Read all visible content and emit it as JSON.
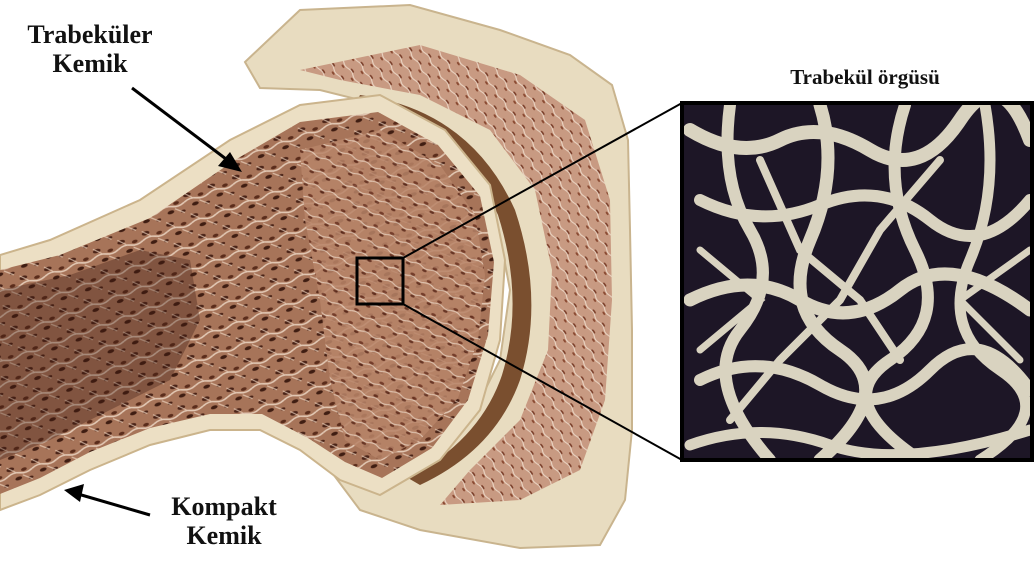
{
  "labels": {
    "trabecular_bone": [
      "Trabeküler",
      "Kemik"
    ],
    "compact_bone": [
      "Kompakt",
      "Kemik"
    ],
    "trabecular_mesh": "Trabekül örgüsü"
  },
  "colors": {
    "bone_shell": "#e8dcc0",
    "bone_shell_shadow": "#c9b48e",
    "spongy_base": "#a77459",
    "spongy_dark": "#4a2317",
    "spongy_light": "#f1ddcb",
    "joint_gap": "#7a4f2f",
    "mesh_background": "#1d1626",
    "mesh_strut": "#d9d3c0",
    "callout_stroke": "#000000"
  }
}
